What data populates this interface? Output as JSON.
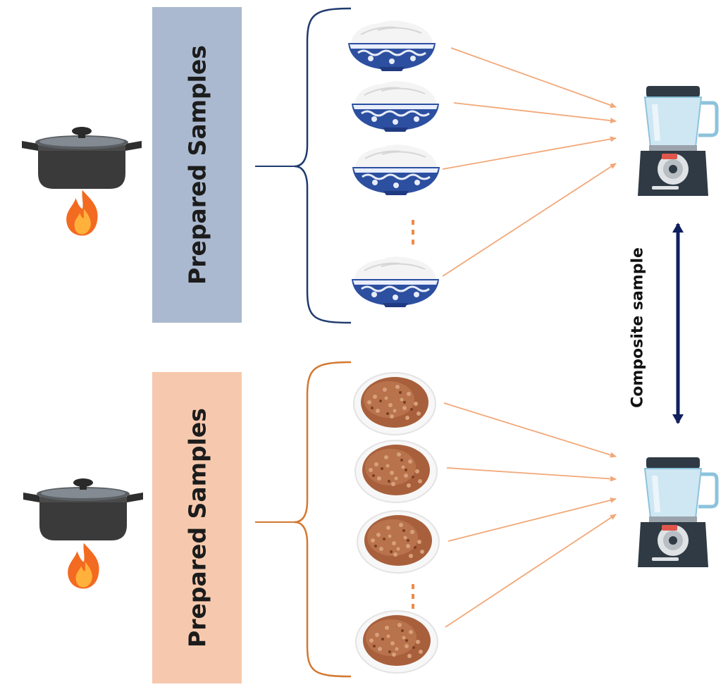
{
  "groups": [
    {
      "label": "Prepared Samples",
      "box_color": "#aab9cf",
      "brace_color": "#1f3a6e",
      "sample": "white-rice-bowl-icon",
      "arrow_color": "#f2a878"
    },
    {
      "label": "Prepared Samples",
      "box_color": "#f6c9ae",
      "brace_color": "#d4782f",
      "sample": "brown-rice-plate-icon",
      "arrow_color": "#f2a878"
    }
  ],
  "composite_label": "Composite sample",
  "icons": {
    "pot": "cooking-pot-icon",
    "flame": "flame-icon",
    "blender": "blender-icon",
    "ellipsis": "vertical-ellipsis"
  },
  "colors": {
    "double_arrow": "#10205e",
    "flame_outer": "#f36a21",
    "flame_inner": "#ffb13b"
  }
}
